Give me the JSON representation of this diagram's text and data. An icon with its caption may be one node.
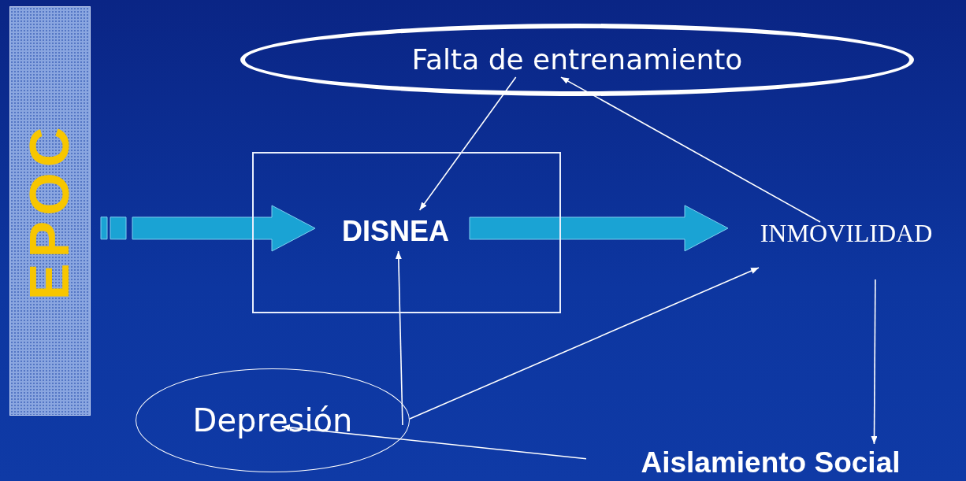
{
  "diagram": {
    "nodes": [
      {
        "text": [
          "EPOC"
        ]
      },
      {
        "text": [
          "Falta de entrenamiento"
        ]
      },
      {
        "text": [],
        "shape": "box"
      },
      {
        "text": [
          "DISNEA"
        ],
        "in": 2
      },
      {
        "text": [
          "INMOVILIDAD"
        ]
      },
      {
        "text": [
          "Depresión"
        ]
      },
      {
        "text": [
          "Aislamiento Social"
        ]
      }
    ],
    "edges": [
      {
        "from": 0,
        "to": 3,
        "arrow": "to",
        "style": "thick",
        "color": "#1aa3d4"
      },
      {
        "from": 1,
        "to": 3,
        "arrow": "to"
      },
      {
        "from": 3,
        "to": 4,
        "arrow": "to",
        "style": "thick",
        "color": "#1aa3d4"
      },
      {
        "from": 4,
        "to": 1,
        "arrow": "to"
      },
      {
        "from": 5,
        "to": 3,
        "arrow": "to"
      },
      {
        "from": 5,
        "to": 4,
        "arrow": "to"
      },
      {
        "from": 4,
        "to": 6,
        "arrow": "to"
      },
      {
        "from": 6,
        "to": 5,
        "arrow": "to"
      }
    ]
  }
}
